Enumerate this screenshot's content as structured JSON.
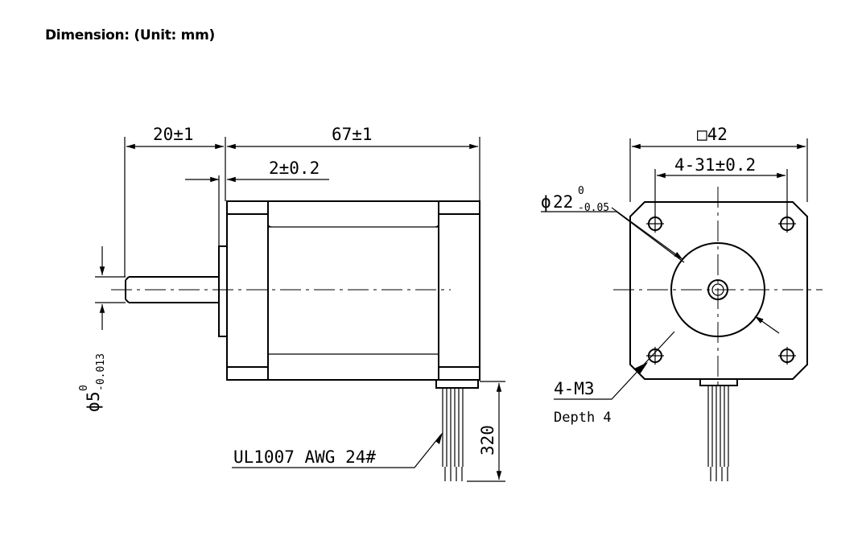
{
  "title": "Dimension: (Unit: mm)",
  "side_view": {
    "shaft_length": "20±1",
    "body_length": "67±1",
    "flange_thickness": "2±0.2",
    "shaft_diameter": {
      "symbol": "ϕ",
      "nominal": "5",
      "upper_tol": "0",
      "lower_tol": "-0.013"
    },
    "lead_length": "320",
    "wire_spec": "UL1007 AWG 24#"
  },
  "front_view": {
    "square_size": "□42",
    "hole_spacing": "4-31±0.2",
    "pilot_diameter": {
      "symbol": "ϕ",
      "nominal": "22",
      "upper_tol": "0",
      "lower_tol": "-0.05"
    },
    "mount_holes": "4-M3",
    "hole_depth": "Depth 4"
  }
}
